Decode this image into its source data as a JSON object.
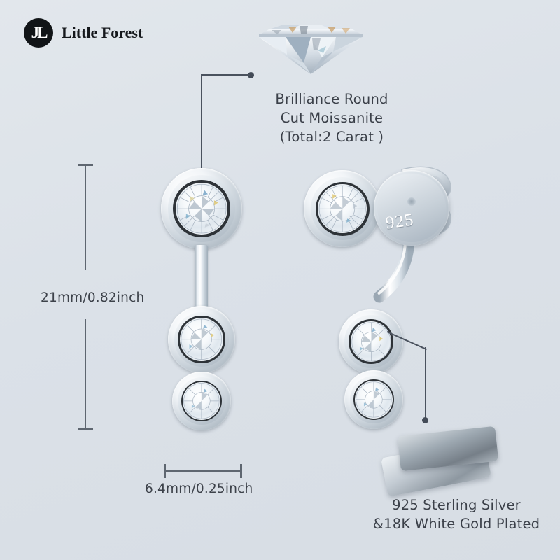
{
  "brand": {
    "monogram": "JL",
    "name": "Little Forest",
    "logo_icon": "jl-monogram-icon"
  },
  "background_color": "#dde3e9",
  "callouts": [
    {
      "id": "stone-callout",
      "text": "Brilliance Round\nCut Moissanite\n(Total:2 Carat )",
      "line1": "Brilliance Round",
      "line2": "Cut Moissanite",
      "line3": "(Total:2 Carat )",
      "target_icon": "round-brilliant-diamond-icon"
    },
    {
      "id": "material-callout",
      "text": "925 Sterling Silver\n&18K White Gold Plated",
      "line1": "925 Sterling Silver",
      "line2": "&18K White Gold Plated",
      "target_icon": "silver-plates-icon"
    }
  ],
  "dimensions": {
    "height_label": "21mm/0.82inch",
    "width_label": "6.4mm/0.25inch"
  },
  "product": {
    "stamp_text": "925",
    "left_earring_name": "ear-jacket-three-stone",
    "right_earring_name": "bezel-stud-with-jacket"
  },
  "colors": {
    "line": "#4a525e",
    "dimension": "#5e6670",
    "text": "#3b4049",
    "logo": "#111417"
  }
}
